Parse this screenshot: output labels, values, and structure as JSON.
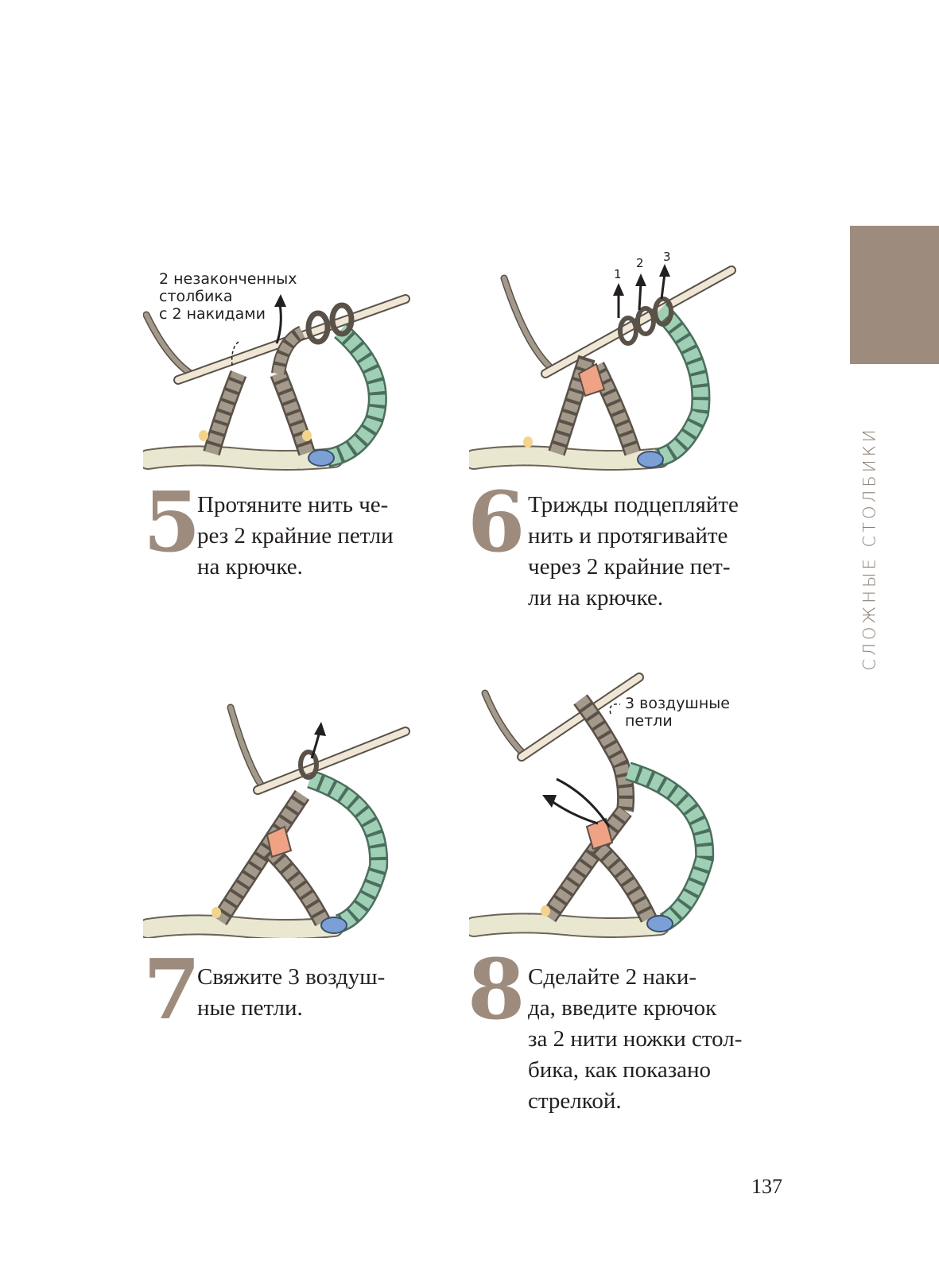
{
  "section_title": "СЛОЖНЫЕ СТОЛБИКИ",
  "page_number": "137",
  "colors": {
    "accent": "#9d8c7e",
    "yarn": "#a49a8c",
    "chain": "#e9e7cf",
    "green": "#9fd0b6",
    "blue": "#7aa0d6",
    "orange": "#f0a384",
    "yellow": "#f2d48c",
    "hook": "#efe6d6"
  },
  "steps": [
    {
      "number": "5",
      "text": [
        "Протяните нить че-",
        "рез 2 крайние петли",
        "на крючке."
      ],
      "label": [
        "2 незаконченных",
        "столбика",
        "с 2 накидами"
      ]
    },
    {
      "number": "6",
      "text": [
        "Трижды подцепляйте",
        "нить и протягивайте",
        "через 2 крайние пет-",
        "ли на крючке."
      ],
      "arrow_numbers": [
        "1",
        "2",
        "3"
      ]
    },
    {
      "number": "7",
      "text": [
        "Свяжите 3 воздуш-",
        "ные петли."
      ]
    },
    {
      "number": "8",
      "text": [
        "Сделайте 2 наки-",
        "да, введите крючок",
        "за 2 нити ножки стол-",
        "бика, как показано",
        "стрелкой."
      ],
      "label": [
        "3 воздушные",
        "петли"
      ]
    }
  ]
}
